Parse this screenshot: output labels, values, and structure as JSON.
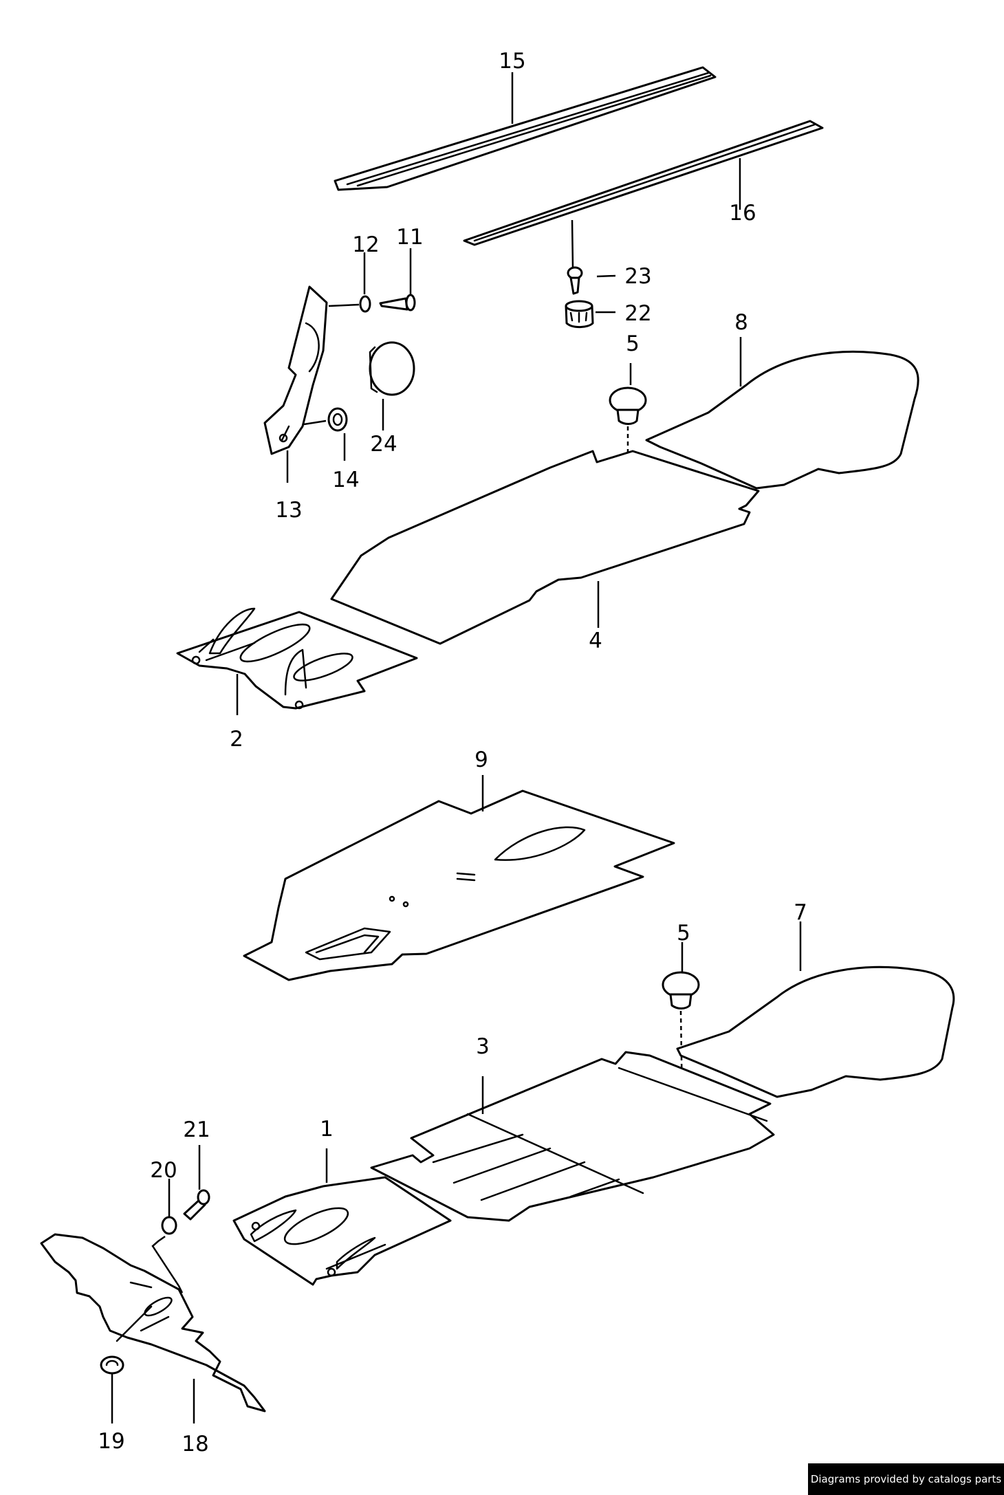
{
  "callouts": [
    "1",
    "2",
    "3",
    "4",
    "5",
    "5",
    "7",
    "8",
    "9",
    "11",
    "12",
    "13",
    "14",
    "15",
    "16",
    "18",
    "19",
    "20",
    "21",
    "22",
    "23",
    "24"
  ],
  "footer": {
    "credit": "Diagrams provided by catalogs parts"
  }
}
